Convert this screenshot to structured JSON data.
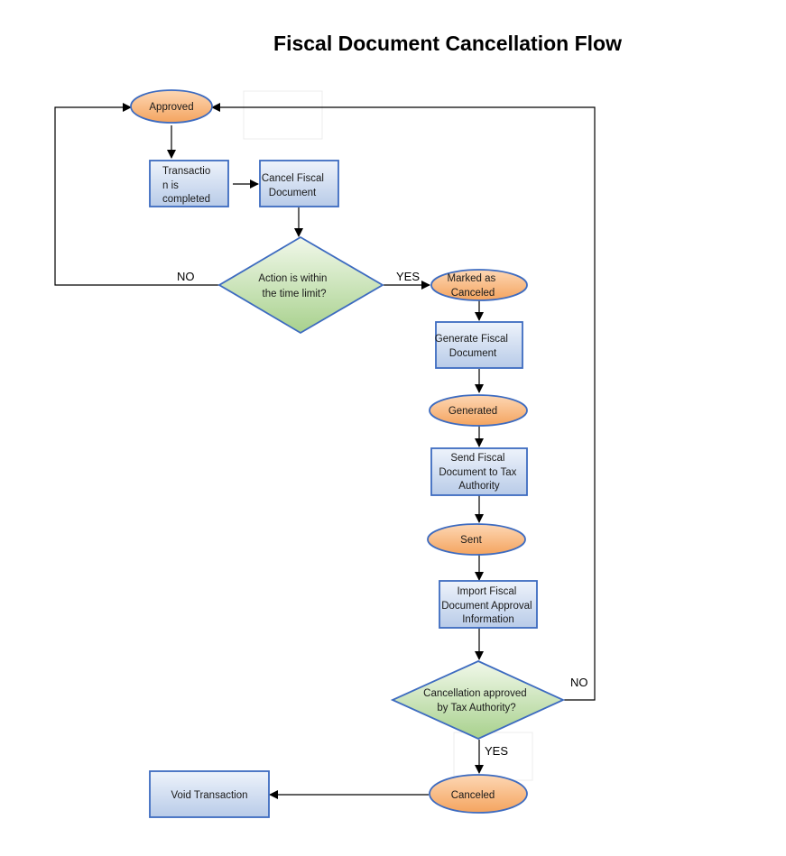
{
  "title": "Fiscal Document Cancellation Flow",
  "colors": {
    "state_fill_top": "#fdd7b4",
    "state_fill_bottom": "#f4a45f",
    "process_fill_top": "#eef3fb",
    "process_fill_bottom": "#b8cbe8",
    "decision_fill_top": "#f1f8ea",
    "decision_fill_bottom": "#a8d18d",
    "border": "#3d6bc0"
  },
  "nodes": {
    "approved": {
      "lines": [
        "Approved"
      ]
    },
    "transaction_completed": {
      "lines": [
        "Transactio",
        "n is",
        "completed"
      ]
    },
    "cancel_fiscal_document": {
      "lines": [
        "Cancel Fiscal",
        "Document"
      ]
    },
    "time_limit_decision": {
      "lines": [
        "Action is within",
        "the time limit?"
      ]
    },
    "marked_as_canceled": {
      "lines": [
        "Marked as",
        "Canceled"
      ]
    },
    "generate_fiscal_document": {
      "lines": [
        "Generate Fiscal",
        "Document"
      ]
    },
    "generated": {
      "lines": [
        "Generated"
      ]
    },
    "send_fiscal_document": {
      "lines": [
        "Send Fiscal",
        "Document to Tax",
        "Authority"
      ]
    },
    "sent": {
      "lines": [
        "Sent"
      ]
    },
    "import_approval_info": {
      "lines": [
        "Import Fiscal",
        "Document Approval",
        "Information"
      ]
    },
    "cancellation_approved_decision": {
      "lines": [
        "Cancellation approved",
        "by Tax  Authority?"
      ]
    },
    "canceled": {
      "lines": [
        "Canceled"
      ]
    },
    "void_transaction": {
      "lines": [
        "Void Transaction"
      ]
    }
  },
  "edge_labels": {
    "time_limit_no": "NO",
    "time_limit_yes": "YES",
    "approval_no": "NO",
    "approval_yes": "YES"
  }
}
